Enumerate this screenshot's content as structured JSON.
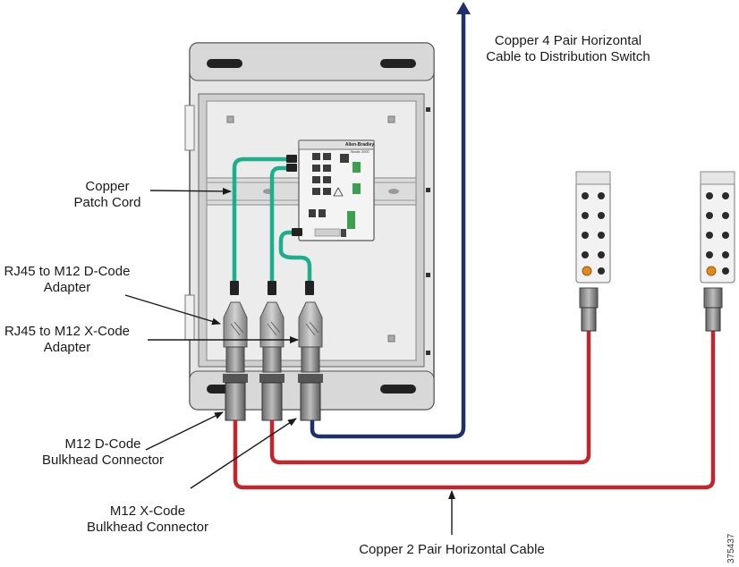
{
  "labels": {
    "copper_4pair": [
      "Copper 4 Pair Horizontal",
      "Cable to Distribution Switch"
    ],
    "patch_cord": [
      "Copper",
      "Patch Cord"
    ],
    "rj45_dcode": [
      "RJ45 to M12 D-Code",
      "Adapter"
    ],
    "rj45_xcode": [
      "RJ45 to M12 X-Code",
      "Adapter"
    ],
    "m12_dcode": [
      "M12 D-Code",
      "Bulkhead Connector"
    ],
    "m12_xcode": [
      "M12 X-Code",
      "Bulkhead Connector"
    ],
    "copper_2pair": [
      "Copper 2 Pair Horizontal Cable"
    ]
  },
  "switch_brand": [
    "Allen-Bradley",
    "Stratix 2000"
  ],
  "figure_number": "375437",
  "colors": {
    "patch_cord": "#1fae8c",
    "cable_2pair": "#c0272d",
    "cable_4pair": "#1f2f6b",
    "enclosure": "#e3e3e3",
    "outline": "#555555"
  }
}
